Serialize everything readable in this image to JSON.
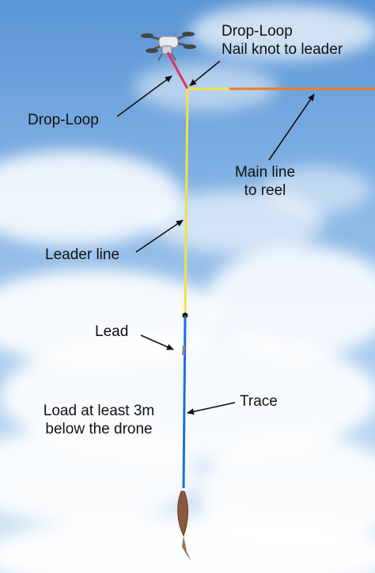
{
  "labels": {
    "drop_loop_knot_line1": "Drop-Loop",
    "drop_loop_knot_line2": "Nail knot to leader",
    "drop_loop": "Drop-Loop",
    "main_line_line1": "Main line",
    "main_line_line2": "to reel",
    "leader_line": "Leader line",
    "lead": "Lead",
    "trace": "Trace",
    "load_line1": "Load at least 3m",
    "load_line2": "below the drone"
  },
  "colors": {
    "drop_loop": "#e0315f",
    "main_line": "#ef7b22",
    "leader_line": "#f2e04a",
    "trace": "#1f6fd6",
    "arrow": "#111111",
    "knot": "#111111"
  }
}
